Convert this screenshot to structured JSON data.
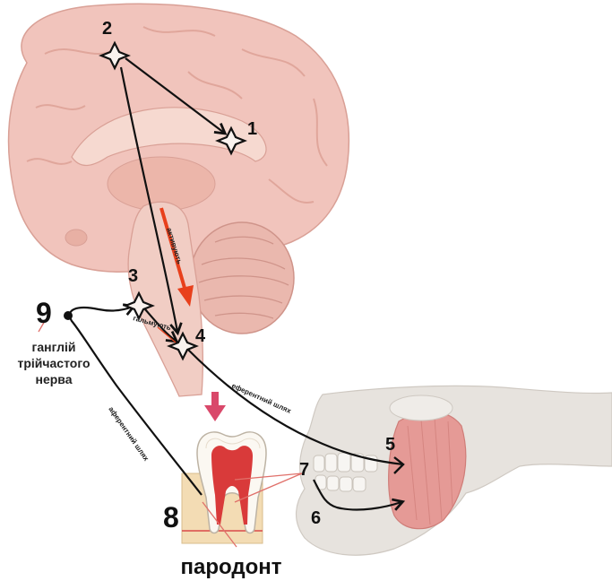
{
  "labels": {
    "n1": "1",
    "n2": "2",
    "n3": "3",
    "n4": "4",
    "n5": "5",
    "n6": "6",
    "n7": "7",
    "n8": "8",
    "n9": "9",
    "ganglion": "ганглій трійчастого нерва",
    "ganglion_line1": "ганглій",
    "ganglion_line2": "трійчастого",
    "ganglion_line3": "нерва",
    "periodont": "пародонт",
    "activate": "активують",
    "inhibit": "гальмують",
    "efferent": "еферентний шлях",
    "afferent": "аферентний шлях"
  },
  "colors": {
    "brain": "#f1c4bc",
    "brain_dark": "#e0a79c",
    "cerebellum": "#eab8ae",
    "skull": "#e7e3de",
    "muscle": "#e59a96",
    "arrow_red": "#e8401c",
    "arrow_pink": "#d9486a",
    "pointer_line": "#e0706a",
    "tooth_pulp": "#d93a3a",
    "gum": "#f3d6a8"
  }
}
